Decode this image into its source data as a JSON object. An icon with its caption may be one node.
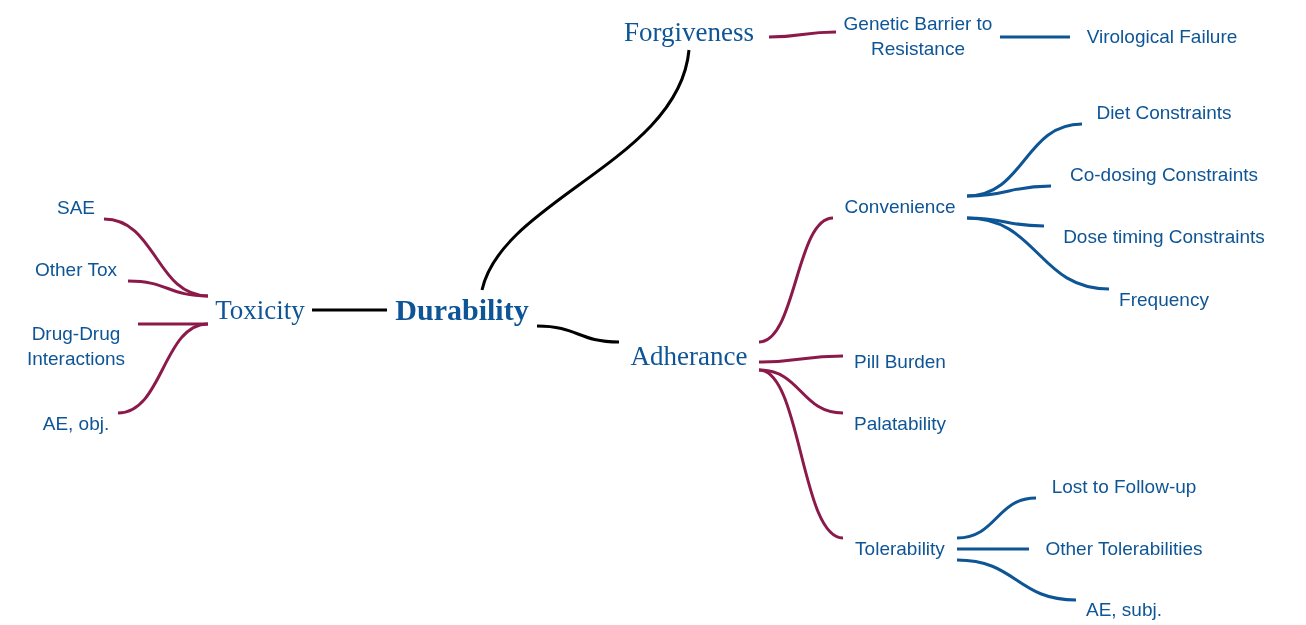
{
  "diagram": {
    "nodes": [
      {
        "text": [
          "Forgiveness"
        ]
      },
      {
        "text": [
          "Genetic Barrier to Resistance"
        ]
      },
      {
        "text": [
          "Virological Failure"
        ]
      },
      {
        "text": [
          "Diet Constraints"
        ]
      },
      {
        "text": [
          "Co-dosing Constraints"
        ]
      },
      {
        "text": [
          "Convenience"
        ]
      },
      {
        "text": [
          "SAE"
        ]
      },
      {
        "text": [
          "Dose timing Constraints"
        ]
      },
      {
        "text": [
          "Other Tox"
        ]
      },
      {
        "text": [
          "Frequency"
        ]
      },
      {
        "text": [
          "Toxicity"
        ]
      },
      {
        "text": [
          "Durability"
        ]
      },
      {
        "text": [
          "Drug-Drug Interactions"
        ]
      },
      {
        "text": [
          "Adherance"
        ]
      },
      {
        "text": [
          "Pill Burden"
        ]
      },
      {
        "text": [
          "Palatability"
        ]
      },
      {
        "text": [
          "AE, obj."
        ]
      },
      {
        "text": [
          "Lost to Follow-up"
        ]
      },
      {
        "text": [
          "Tolerability"
        ]
      },
      {
        "text": [
          "Other Tolerabilities"
        ]
      },
      {
        "text": [
          "AE, subj."
        ]
      }
    ],
    "edges": [
      {
        "from": 11,
        "to": 0,
        "arrow": "none",
        "color": "#000000"
      },
      {
        "from": 11,
        "to": 10,
        "arrow": "none",
        "color": "#000000"
      },
      {
        "from": 11,
        "to": 13,
        "arrow": "none",
        "color": "#000000"
      },
      {
        "from": 0,
        "to": 1,
        "arrow": "none",
        "color": "#8b1a4a"
      },
      {
        "from": 1,
        "to": 2,
        "arrow": "none",
        "color": "#0e5596"
      },
      {
        "from": 10,
        "to": 6,
        "arrow": "none",
        "color": "#8b1a4a"
      },
      {
        "from": 10,
        "to": 8,
        "arrow": "none",
        "color": "#8b1a4a"
      },
      {
        "from": 10,
        "to": 12,
        "arrow": "none",
        "color": "#8b1a4a"
      },
      {
        "from": 10,
        "to": 16,
        "arrow": "none",
        "color": "#8b1a4a"
      },
      {
        "from": 13,
        "to": 5,
        "arrow": "none",
        "color": "#8b1a4a"
      },
      {
        "from": 13,
        "to": 14,
        "arrow": "none",
        "color": "#8b1a4a"
      },
      {
        "from": 13,
        "to": 15,
        "arrow": "none",
        "color": "#8b1a4a"
      },
      {
        "from": 13,
        "to": 18,
        "arrow": "none",
        "color": "#8b1a4a"
      },
      {
        "from": 5,
        "to": 3,
        "arrow": "none",
        "color": "#0e5596"
      },
      {
        "from": 5,
        "to": 4,
        "arrow": "none",
        "color": "#0e5596"
      },
      {
        "from": 5,
        "to": 7,
        "arrow": "none",
        "color": "#0e5596"
      },
      {
        "from": 5,
        "to": 9,
        "arrow": "none",
        "color": "#0e5596"
      },
      {
        "from": 18,
        "to": 17,
        "arrow": "none",
        "color": "#0e5596"
      },
      {
        "from": 18,
        "to": 19,
        "arrow": "none",
        "color": "#0e5596"
      },
      {
        "from": 18,
        "to": 20,
        "arrow": "none",
        "color": "#0e5596"
      }
    ]
  }
}
